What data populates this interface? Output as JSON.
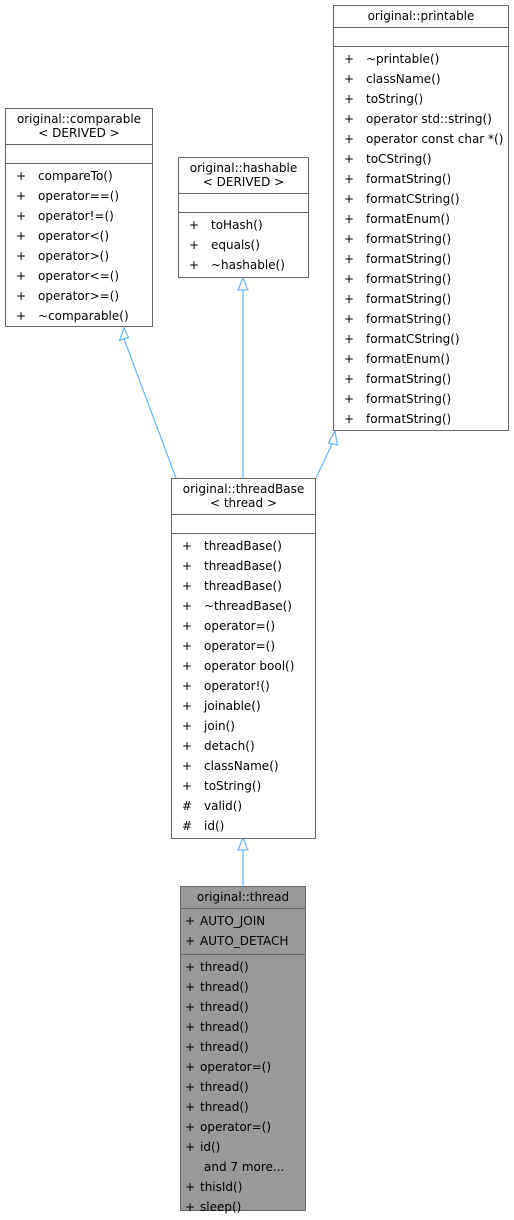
{
  "colors": {
    "edge": "#63b8ff",
    "border": "#666666",
    "highlight": "#999999"
  },
  "classes": {
    "comparable": {
      "title": [
        "original::comparable",
        "< DERIVED >"
      ],
      "methods": [
        {
          "vis": "+",
          "name": "compareTo()"
        },
        {
          "vis": "+",
          "name": "operator==()"
        },
        {
          "vis": "+",
          "name": "operator!=()"
        },
        {
          "vis": "+",
          "name": "operator<()"
        },
        {
          "vis": "+",
          "name": "operator>()"
        },
        {
          "vis": "+",
          "name": "operator<=()"
        },
        {
          "vis": "+",
          "name": "operator>=()"
        },
        {
          "vis": "+",
          "name": "~comparable()"
        }
      ]
    },
    "hashable": {
      "title": [
        "original::hashable",
        "< DERIVED >"
      ],
      "methods": [
        {
          "vis": "+",
          "name": "toHash()"
        },
        {
          "vis": "+",
          "name": "equals()"
        },
        {
          "vis": "+",
          "name": "~hashable()"
        }
      ]
    },
    "printable": {
      "title": [
        "original::printable"
      ],
      "methods": [
        {
          "vis": "+",
          "name": "~printable()"
        },
        {
          "vis": "+",
          "name": "className()"
        },
        {
          "vis": "+",
          "name": "toString()"
        },
        {
          "vis": "+",
          "name": "operator std::string()"
        },
        {
          "vis": "+",
          "name": "operator const char *()"
        },
        {
          "vis": "+",
          "name": "toCString()"
        },
        {
          "vis": "+",
          "name": "formatString()"
        },
        {
          "vis": "+",
          "name": "formatCString()"
        },
        {
          "vis": "+",
          "name": "formatEnum()"
        },
        {
          "vis": "+",
          "name": "formatString()"
        },
        {
          "vis": "+",
          "name": "formatString()"
        },
        {
          "vis": "+",
          "name": "formatString()"
        },
        {
          "vis": "+",
          "name": "formatString()"
        },
        {
          "vis": "+",
          "name": "formatString()"
        },
        {
          "vis": "+",
          "name": "formatCString()"
        },
        {
          "vis": "+",
          "name": "formatEnum()"
        },
        {
          "vis": "+",
          "name": "formatString()"
        },
        {
          "vis": "+",
          "name": "formatString()"
        },
        {
          "vis": "+",
          "name": "formatString()"
        }
      ]
    },
    "threadBase": {
      "title": [
        "original::threadBase",
        "< thread >"
      ],
      "methods": [
        {
          "vis": "+",
          "name": "threadBase()"
        },
        {
          "vis": "+",
          "name": "threadBase()"
        },
        {
          "vis": "+",
          "name": "threadBase()"
        },
        {
          "vis": "+",
          "name": "~threadBase()"
        },
        {
          "vis": "+",
          "name": "operator=()"
        },
        {
          "vis": "+",
          "name": "operator=()"
        },
        {
          "vis": "+",
          "name": "operator bool()"
        },
        {
          "vis": "+",
          "name": "operator!()"
        },
        {
          "vis": "+",
          "name": "joinable()"
        },
        {
          "vis": "+",
          "name": "join()"
        },
        {
          "vis": "+",
          "name": "detach()"
        },
        {
          "vis": "+",
          "name": "className()"
        },
        {
          "vis": "+",
          "name": "toString()"
        },
        {
          "vis": "#",
          "name": "valid()"
        },
        {
          "vis": "#",
          "name": "id()"
        }
      ]
    },
    "thread": {
      "title": [
        "original::thread"
      ],
      "attributes": [
        {
          "vis": "+",
          "name": "AUTO_JOIN"
        },
        {
          "vis": "+",
          "name": "AUTO_DETACH"
        }
      ],
      "methods": [
        {
          "vis": "+",
          "name": "thread()"
        },
        {
          "vis": "+",
          "name": "thread()"
        },
        {
          "vis": "+",
          "name": "thread()"
        },
        {
          "vis": "+",
          "name": "thread()"
        },
        {
          "vis": "+",
          "name": "thread()"
        },
        {
          "vis": "+",
          "name": "operator=()"
        },
        {
          "vis": "+",
          "name": "thread()"
        },
        {
          "vis": "+",
          "name": "thread()"
        },
        {
          "vis": "+",
          "name": "operator=()"
        },
        {
          "vis": "+",
          "name": "id()"
        },
        {
          "vis": "",
          "name": "and 7 more..."
        },
        {
          "vis": "+",
          "name": "thisId()"
        },
        {
          "vis": "+",
          "name": "sleep()"
        }
      ]
    }
  }
}
